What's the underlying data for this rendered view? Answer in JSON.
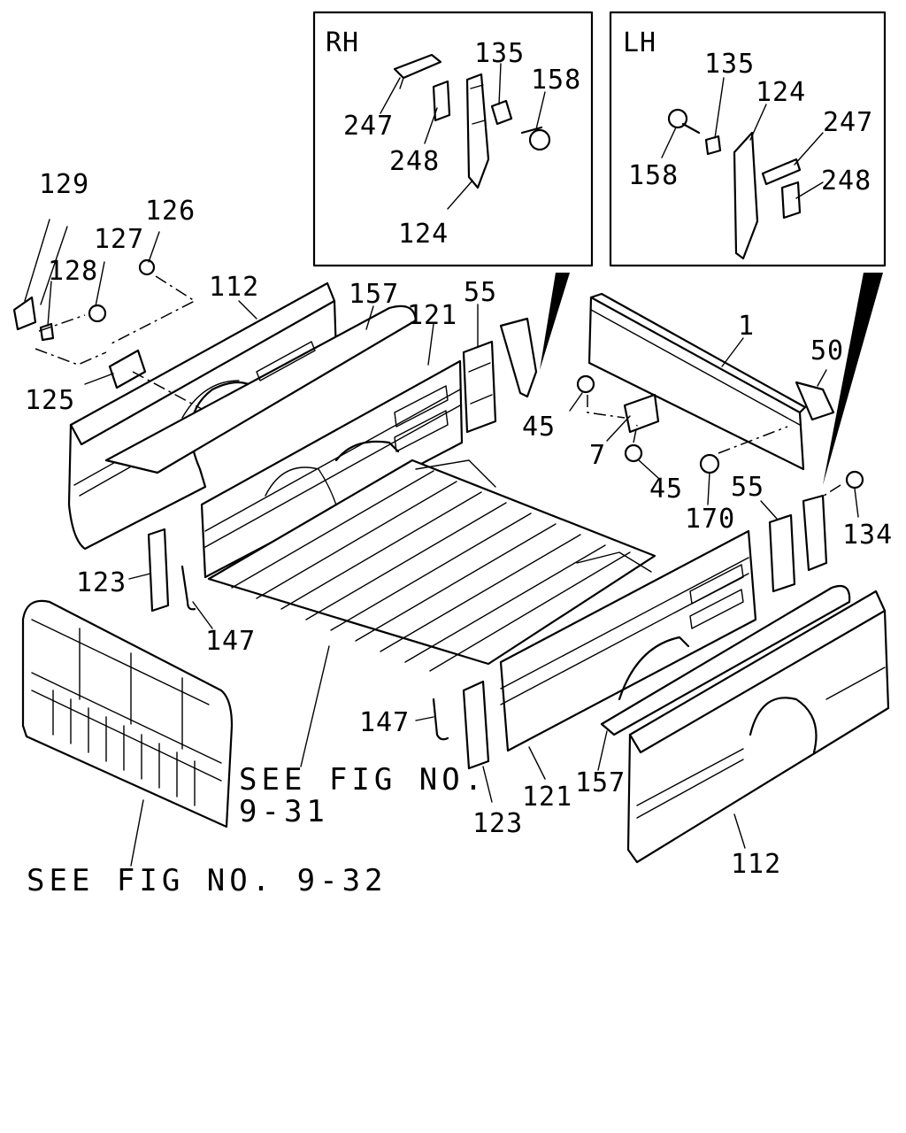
{
  "insets": {
    "rh": {
      "title": "RH",
      "labels": {
        "p247": "247",
        "p248": "248",
        "p135": "135",
        "p158": "158",
        "p124": "124"
      }
    },
    "lh": {
      "title": "LH",
      "labels": {
        "p135": "135",
        "p124": "124",
        "p247": "247",
        "p158": "158",
        "p248": "248"
      }
    }
  },
  "labels": {
    "p129": "129",
    "p126": "126",
    "p127": "127",
    "p128": "128",
    "p112_left": "112",
    "p157_left": "157",
    "p121_left": "121",
    "p55_left": "55",
    "p1": "1",
    "p50": "50",
    "p125": "125",
    "p45_top": "45",
    "p7": "7",
    "p45_bottom": "45",
    "p55_right": "55",
    "p170": "170",
    "p134": "134",
    "p123_left": "123",
    "p147_left": "147",
    "p147_right": "147",
    "p121_right": "121",
    "p157_right": "157",
    "p123_right": "123",
    "p112_right": "112"
  },
  "references": {
    "floor_line1": "SEE FIG NO.",
    "floor_line2": "9-31",
    "gate": "SEE FIG NO. 9-32"
  }
}
